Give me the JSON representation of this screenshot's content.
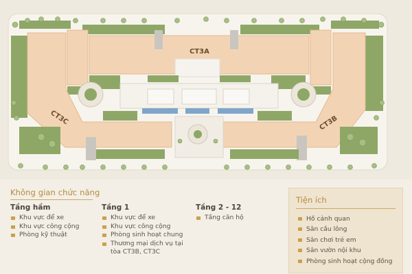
{
  "plan": {
    "buildings": [
      {
        "label": "CT3A"
      },
      {
        "label": "CT3B"
      },
      {
        "label": "CT3C"
      }
    ]
  },
  "functional": {
    "title": "Không gian chức năng",
    "columns": [
      {
        "heading": "Tầng hầm",
        "items": [
          "Khu vực để xe",
          "Khu vực công cộng",
          "Phòng kỹ thuật"
        ]
      },
      {
        "heading": "Tầng 1",
        "items": [
          "Khu vực để xe",
          "Khu vực công cộng",
          "Phòng sinh hoạt chung",
          "Thương mại dịch vụ tại",
          "tòa CT3B, CT3C"
        ]
      },
      {
        "heading": "Tầng 2 - 12",
        "items": [
          "Tầng căn hộ"
        ]
      }
    ]
  },
  "amenities": {
    "title": "Tiện ích",
    "items": [
      "Hồ cảnh quan",
      "Sân cầu lông",
      "Sân chơi trẻ em",
      "Sân vườn nội khu",
      "Phòng sinh hoạt cộng đồng"
    ]
  },
  "colors": {
    "building": "#f2d4b5",
    "green": "#8ea766",
    "water": "#7fa6c9",
    "accent": "#b8893e"
  }
}
